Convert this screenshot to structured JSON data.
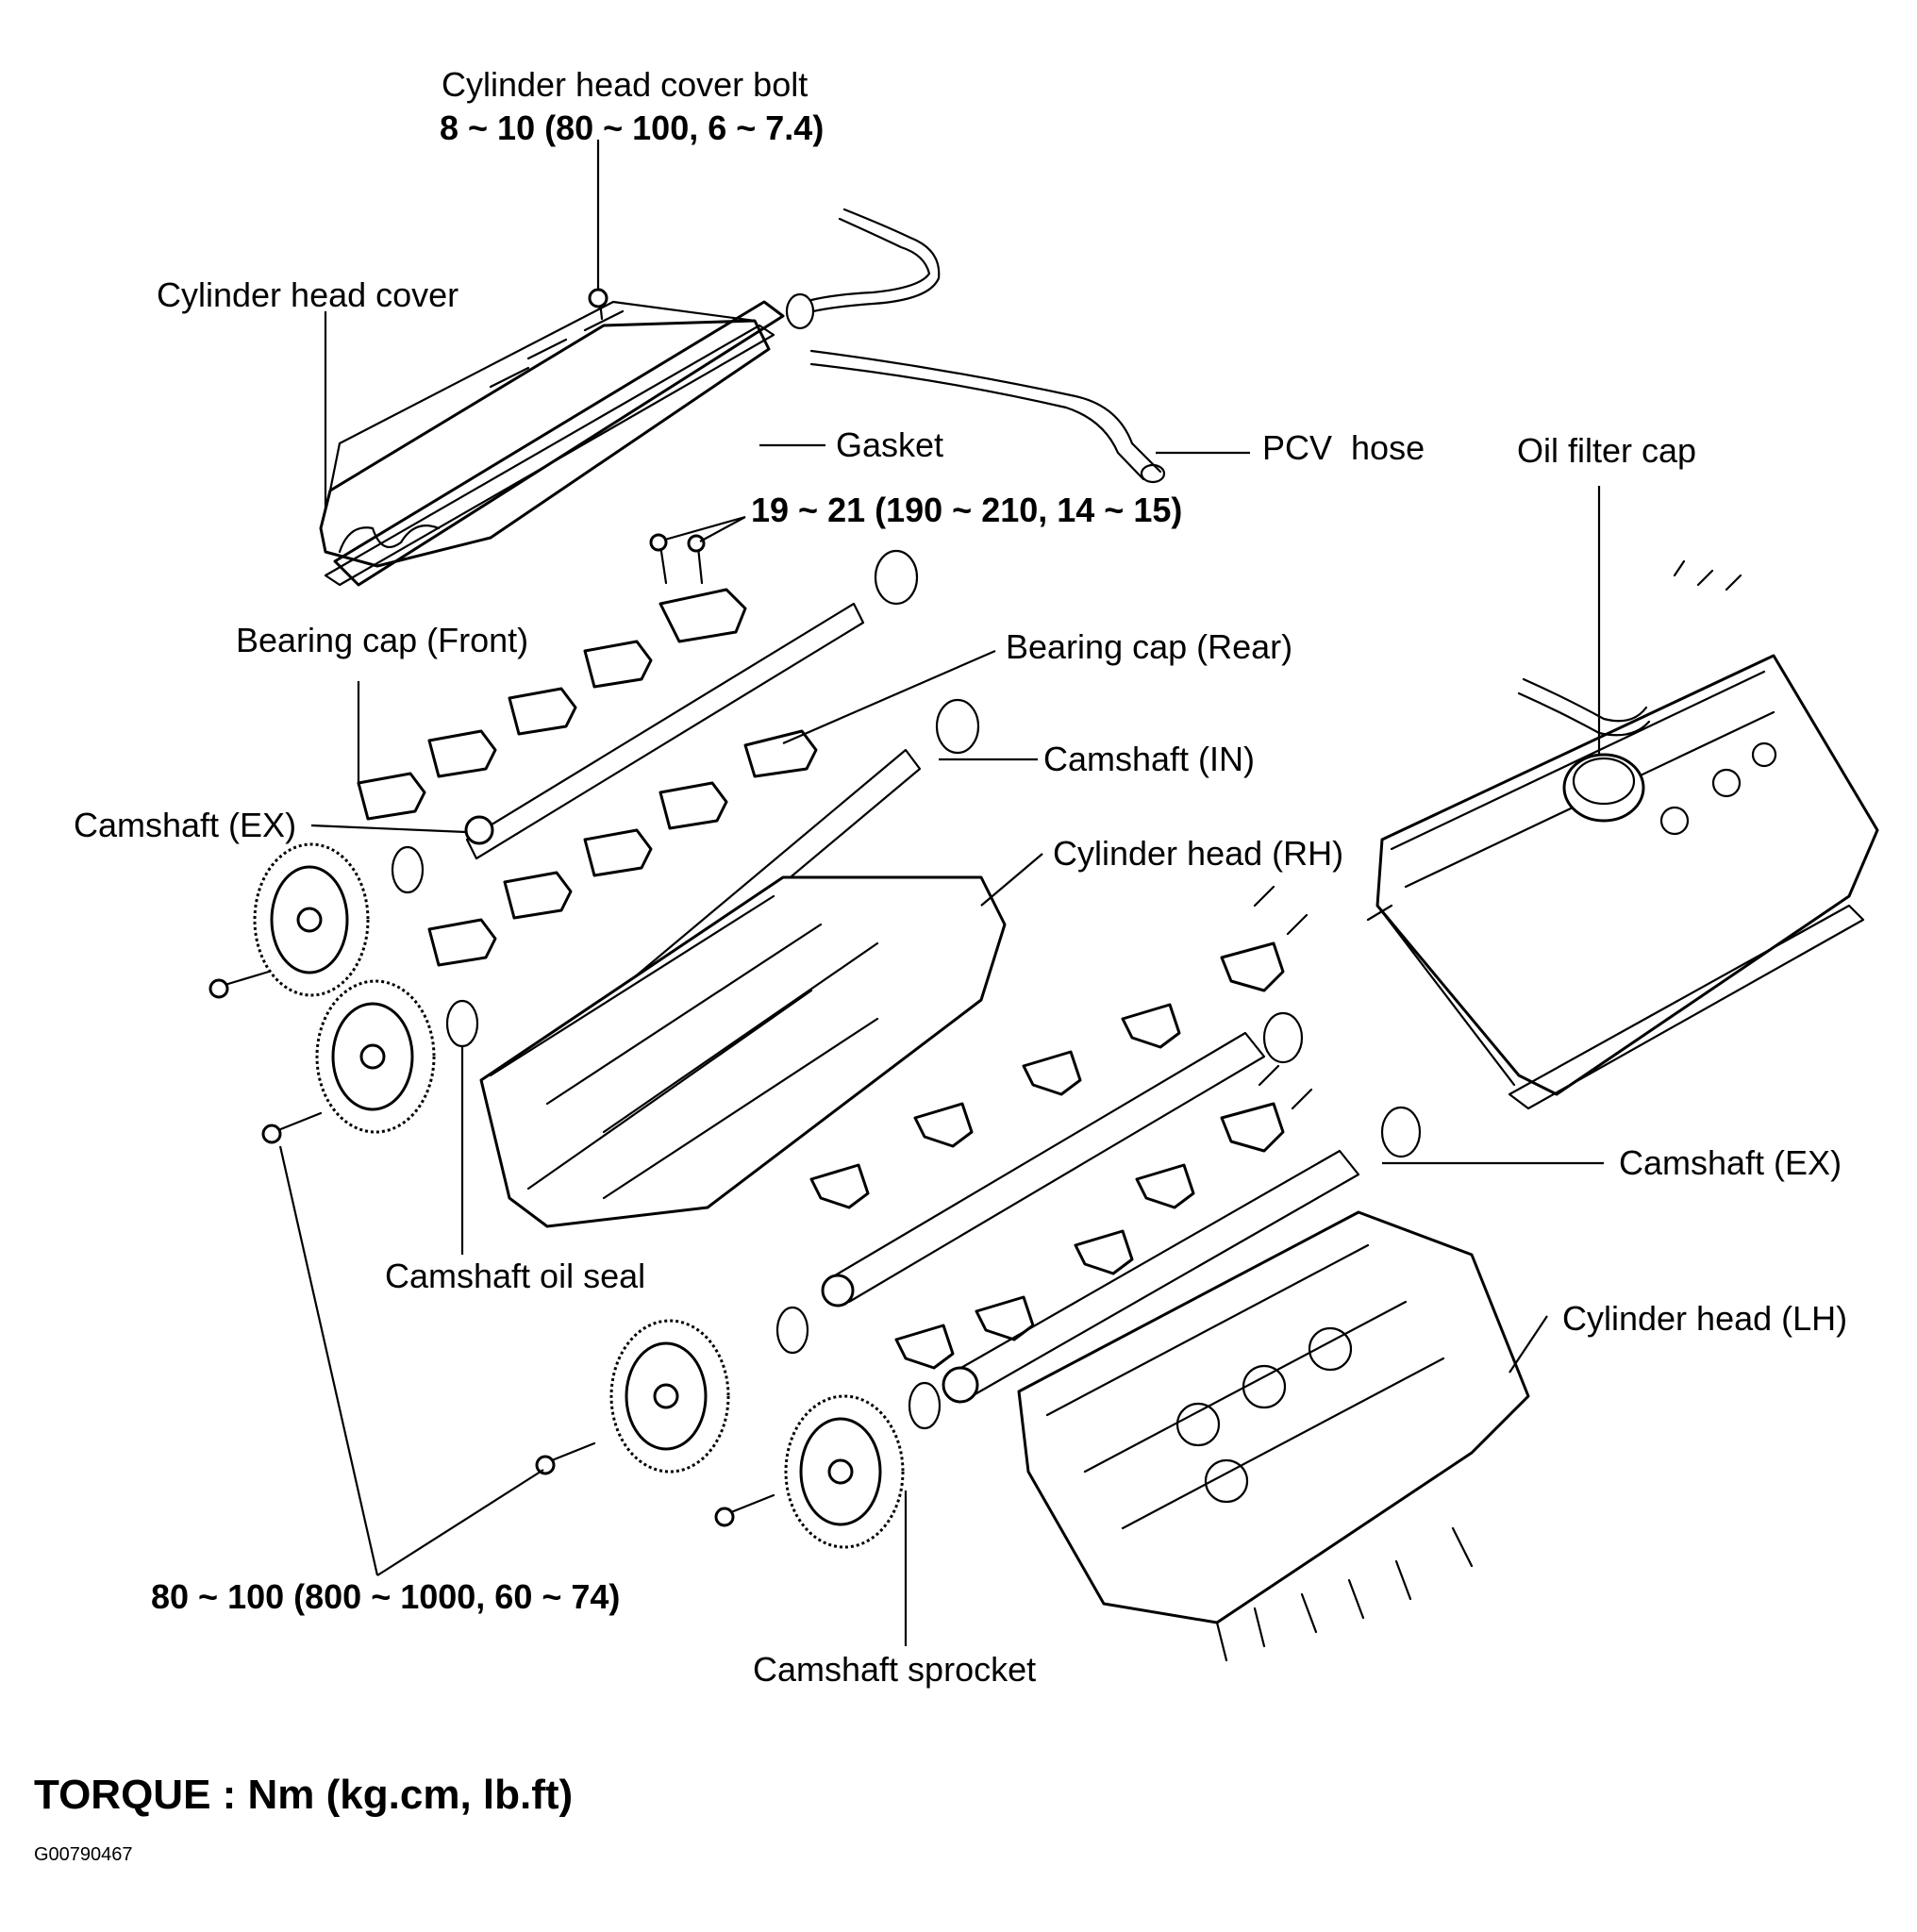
{
  "labels": {
    "cover_bolt": "Cylinder head cover bolt",
    "cover_bolt_torque": "8 ~ 10 (80 ~ 100, 6 ~ 7.4)",
    "head_cover": "Cylinder head cover",
    "gasket": "Gasket",
    "pcv_hose": "PCV  hose",
    "oil_filter_cap": "Oil filter cap",
    "bearing_cap_torque": "19 ~ 21 (190 ~ 210, 14 ~ 15)",
    "bearing_cap_front": "Bearing cap (Front)",
    "bearing_cap_rear": "Bearing cap (Rear)",
    "camshaft_in": "Camshaft (IN)",
    "camshaft_ex_left": "Camshaft (EX)",
    "cylinder_head_rh": "Cylinder head (RH)",
    "camshaft_ex_right": "Camshaft (EX)",
    "camshaft_oil_seal": "Camshaft oil seal",
    "cylinder_head_lh": "Cylinder head (LH)",
    "sprocket_torque": "80 ~ 100 (800 ~ 1000, 60 ~ 74)",
    "camshaft_sprocket": "Camshaft sprocket",
    "torque_units": "TORQUE : Nm (kg.cm, lb.ft)",
    "figure_code": "G00790467"
  }
}
